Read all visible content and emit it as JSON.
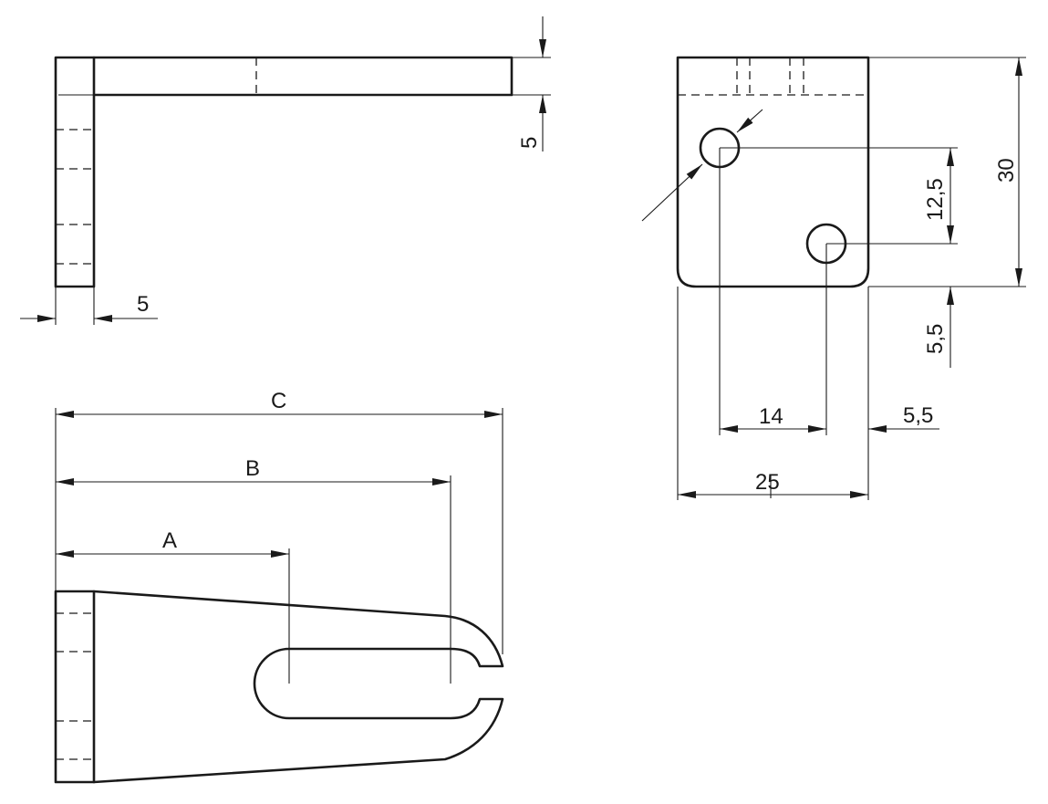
{
  "title": "",
  "dimensions": {
    "top_view_thickness": "5",
    "side_view_thickness": "5",
    "front_height": "30",
    "hole_spacing_vertical": "12,5",
    "hole_offset_bottom": "5,5",
    "hole_spacing_horizontal": "14",
    "hole_offset_right": "5,5",
    "front_width": "25",
    "length_a": "A",
    "length_b": "B",
    "length_c": "C"
  },
  "colors": {
    "line": "#1a1a1a",
    "background": "#ffffff"
  }
}
